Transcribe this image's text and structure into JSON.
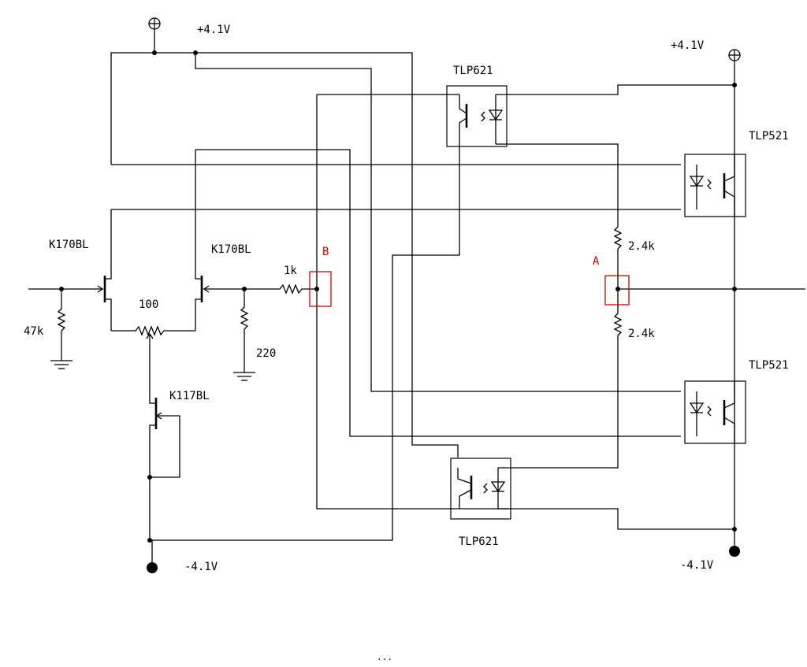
{
  "labels": {
    "vplus_left": "+4.1V",
    "vplus_right": "+4.1V",
    "vminus_left": "-4.1V",
    "vminus_right": "-4.1V",
    "jfet_left": "K170BL",
    "jfet_right": "K170BL",
    "jfet_bottom": "K117BL",
    "pot": "100",
    "r_in": "47k",
    "r_220": "220",
    "r_1k": "1k",
    "r_top": "2.4k",
    "r_bottom": "2.4k",
    "opto_top_left": "TLP621",
    "opto_bottom_left": "TLP621",
    "opto_top_right": "TLP521",
    "opto_bottom_right": "TLP521",
    "probe_b": "B",
    "probe_a": "A",
    "ellipsis": "..."
  },
  "colors": {
    "wire": "#000000",
    "probe": "#e00000",
    "background": "#ffffff"
  }
}
